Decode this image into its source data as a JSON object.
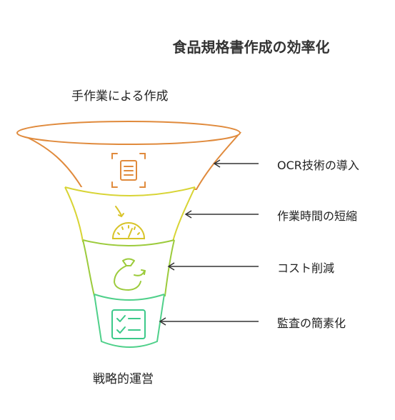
{
  "title": "食品規格書作成の効率化",
  "top_label": "手作業による作成",
  "bottom_label": "戦略的運営",
  "steps": [
    {
      "label": "OCR技術の導入",
      "icon": "document-scan-icon",
      "color": "#e07b2a"
    },
    {
      "label": "作業時間の短縮",
      "icon": "speedometer-icon",
      "color": "#cfcf2a"
    },
    {
      "label": "コスト削減",
      "icon": "money-bag-icon",
      "color": "#8cc63f"
    },
    {
      "label": "監査の簡素化",
      "icon": "checklist-icon",
      "color": "#3cc98a"
    }
  ]
}
